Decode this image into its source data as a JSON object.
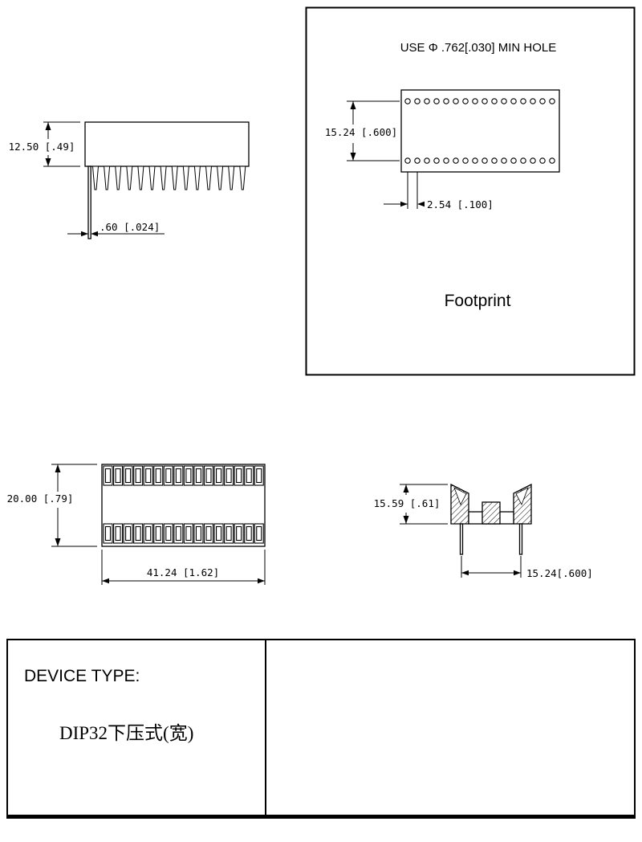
{
  "side_view": {
    "dim_height": "12.50 [.49]",
    "dim_pin": ".60 [.024]",
    "pin_count": 14
  },
  "footprint": {
    "note": "USE Φ .762[.030] MIN HOLE",
    "dim_row": "15.24 [.600]",
    "dim_pitch": "2.54 [.100]",
    "label": "Footprint",
    "holes_per_row": 16
  },
  "top_view": {
    "dim_height": "20.00 [.79]",
    "dim_width": "41.24 [1.62]",
    "contacts_per_row": 16
  },
  "end_view": {
    "dim_height": "15.59 [.61]",
    "dim_span": "15.24[.600]"
  },
  "title_block": {
    "label": "DEVICE TYPE:",
    "value": "DIP32下压式(宽)"
  }
}
